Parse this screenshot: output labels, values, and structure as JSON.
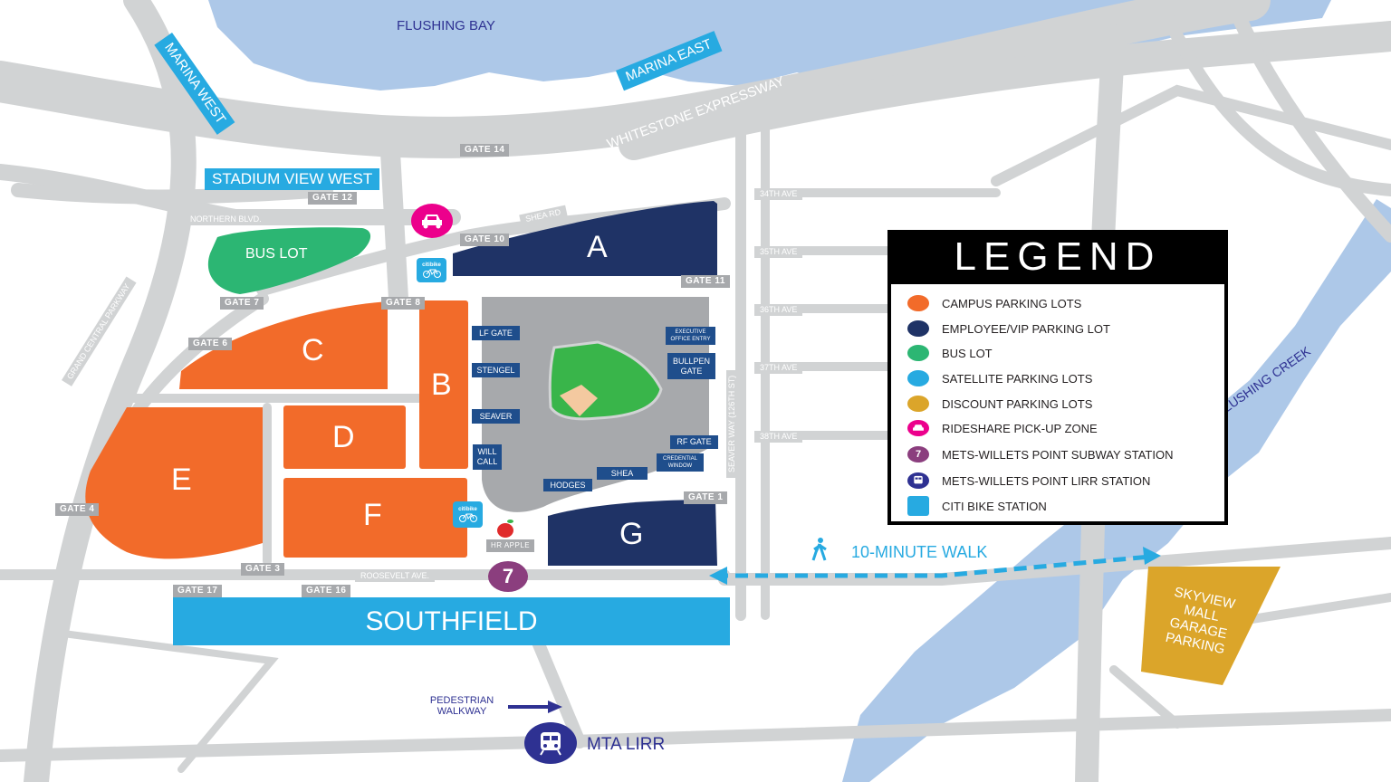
{
  "water": {
    "flushing_bay": "FLUSHING BAY",
    "flushing_creek": "FLUSHING CREEK"
  },
  "areas": {
    "marina_west": "MARINA WEST",
    "marina_east": "MARINA EAST",
    "stadium_view_west": "STADIUM VIEW WEST",
    "southfield": "SOUTHFIELD",
    "bus_lot": "BUS LOT",
    "skyview": [
      "SKYVIEW",
      "MALL",
      "GARAGE",
      "PARKING"
    ]
  },
  "roads": {
    "whitestone": "WHITESTONE EXPRESSWAY",
    "northern_blvd": "NORTHERN BLVD.",
    "shea_rd": "SHEA RD",
    "grand_central": "GRAND CENTRAL PARKWAY",
    "roosevelt": "ROOSEVELT AVE.",
    "seaver_way": "SEAVER WAY (126TH ST)",
    "avenues": [
      "34TH AVE",
      "35TH AVE",
      "36TH AVE",
      "37TH AVE",
      "38TH AVE"
    ]
  },
  "gates": {
    "g1": "GATE 1",
    "g3": "GATE 3",
    "g4": "GATE 4",
    "g6": "GATE 6",
    "g7": "GATE 7",
    "g8": "GATE 8",
    "g10": "GATE 10",
    "g11": "GATE 11",
    "g12": "GATE 12",
    "g14": "GATE 14",
    "g16": "GATE 16",
    "g17": "GATE 17"
  },
  "lots": {
    "a": "A",
    "b": "B",
    "c": "C",
    "d": "D",
    "e": "E",
    "f": "F",
    "g": "G"
  },
  "stadium_gates": {
    "lf": "LF GATE",
    "stengel": "STENGEL",
    "seaver": "SEAVER",
    "will_call": "WILL CALL",
    "hodges": "HODGES",
    "shea": "SHEA",
    "credential": "CREDENTIAL WINDOW",
    "rf": "RF GATE",
    "bullpen": "BULLPEN GATE",
    "executive": "EXECUTIVE OFFICE ENTRY"
  },
  "landmarks": {
    "hr_apple": "HR APPLE",
    "subway_number": "7",
    "mta_lirr": "MTA LIRR",
    "pedestrian_walkway": "PEDESTRIAN WALKWAY",
    "walk": "10-MINUTE WALK",
    "citibike_text": "citibike"
  },
  "legend": {
    "title": "LEGEND",
    "items": [
      {
        "label": "CAMPUS PARKING LOTS",
        "color": "#f26b2a"
      },
      {
        "label": "EMPLOYEE/VIP PARKING LOT",
        "color": "#1f3366"
      },
      {
        "label": "BUS LOT",
        "color": "#2cb673"
      },
      {
        "label": "SATELLITE PARKING LOTS",
        "color": "#27aae1"
      },
      {
        "label": "DISCOUNT PARKING LOTS",
        "color": "#dba52a"
      },
      {
        "label": "RIDESHARE PICK-UP ZONE",
        "color": "#ec008c"
      },
      {
        "label": "METS-WILLETS POINT SUBWAY STATION",
        "color": "#8b3e7e"
      },
      {
        "label": "METS-WILLETS POINT LIRR STATION",
        "color": "#2e3192"
      },
      {
        "label": "CITI BIKE STATION",
        "color": "#27aae1"
      }
    ]
  },
  "colors": {
    "campus": "#f26b2a",
    "vip": "#1f3366",
    "bus": "#2cb673",
    "satellite": "#27aae1",
    "discount": "#dba52a",
    "water": "#adc8e8",
    "road": "#d1d3d4",
    "stadium": "#a7a9ac",
    "field": "#39b54a"
  }
}
